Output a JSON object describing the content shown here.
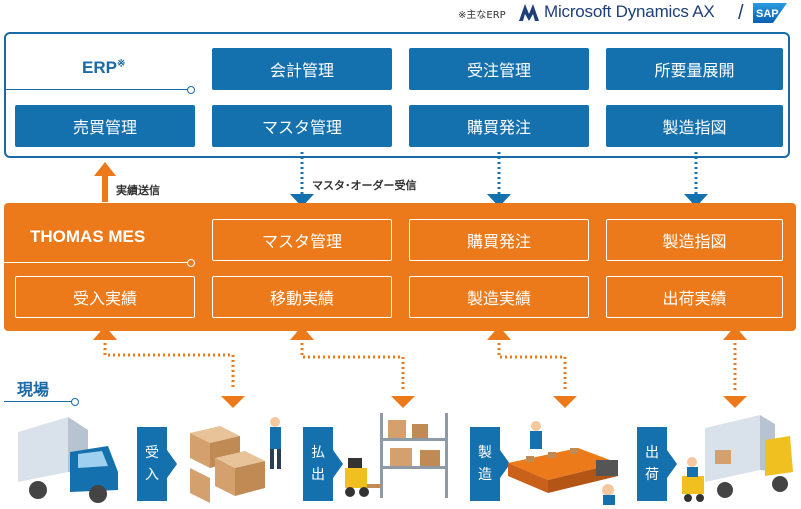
{
  "header": {
    "erp_note": "※主なERP",
    "microsoft_logo_text": "Microsoft Dynamics AX",
    "slash": "/",
    "sap_logo_text": "SAP"
  },
  "erp": {
    "title": "ERP",
    "title_mark": "※",
    "modules": [
      "会計管理",
      "受注管理",
      "所要量展開",
      "売買管理",
      "マスタ管理",
      "購買発注",
      "製造指図"
    ]
  },
  "flows": {
    "result_send": "実績送信",
    "master_order_receive": "マスタ･オーダー受信"
  },
  "mes": {
    "title": "THOMAS MES",
    "modules": [
      "マスタ管理",
      "購買発注",
      "製造指図",
      "受入実績",
      "移動実績",
      "製造実績",
      "出荷実績"
    ]
  },
  "genba": {
    "title": "現場",
    "steps": [
      [
        "受",
        "入"
      ],
      [
        "払",
        "出"
      ],
      [
        "製",
        "造"
      ],
      [
        "出",
        "荷"
      ]
    ]
  },
  "colors": {
    "erp_blue": "#1570ae",
    "mes_orange": "#ec7a1a"
  }
}
